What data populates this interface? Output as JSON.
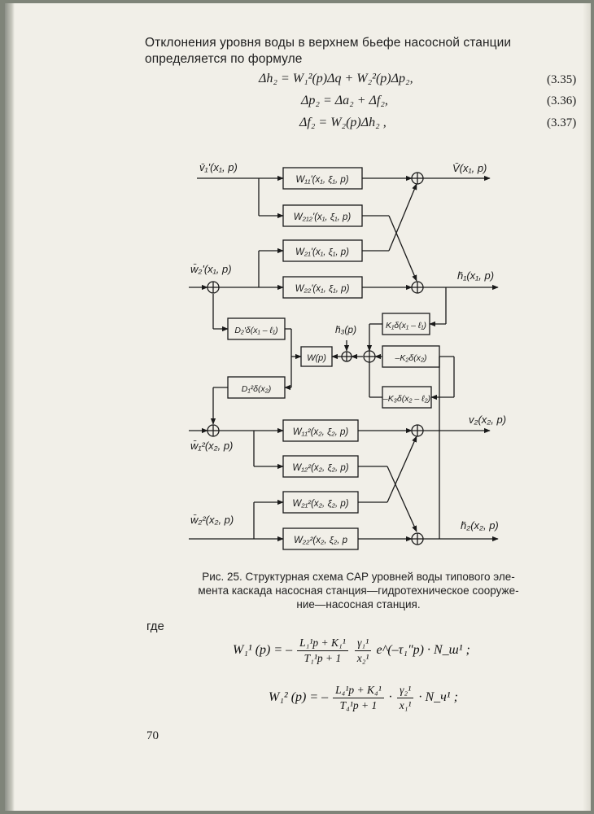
{
  "paragraph": {
    "line1": "Отклонения уровня воды в верхнем бьефе  насосной  станции",
    "line2": "определяется по формуле"
  },
  "equations": [
    {
      "text": "Δh₂ = W₁²(p)Δq + W₂²(p)Δp₂,",
      "number": "(3.35)"
    },
    {
      "text": "Δp₂ = Δa₂ + Δf₂,",
      "number": "(3.36)"
    },
    {
      "text": "Δf₂ = W₂(p)Δh₂ ,",
      "number": "(3.37)"
    }
  ],
  "diagram": {
    "signals": {
      "v1_in": "v̄₁'(x₁, p)",
      "v_out": "V̄(x₁, p)",
      "w2_1": "w̄₂'(x₁, p)",
      "h1_out": "h̄₁(x₁, p)",
      "h3": "h̄₃(p)",
      "v2_out": "v₂(x₂, p)",
      "w1_2": "w̄₁²(x₂, p)",
      "w2_2": "w̄₂²(x₂, p)",
      "h2_out": "h̄₂(x₂, p)"
    },
    "blocks": {
      "W11_1": "W₁₁'(x₁, ξ₁, p)",
      "W212_1": "W₂₁₂'(x₁, ξ₁, p)",
      "W21_1": "W₂₁'(x₁, ξ₁, p)",
      "W22_1": "W₂₂'(x₁, ξ₁, p)",
      "D2": "D₂'δ(x₁ – ℓ₁)",
      "K1": "K₁δ(x₁ – ℓ₁)",
      "W": "W(p)",
      "K2": "–K₂δ(x₂)",
      "D1": "D₁²δ(x₂)",
      "K3": "–K₃δ(x₂ – ℓ₂)",
      "W11_2": "W₁₁²(x₂, ξ₂, p)",
      "W12_2": "W₁₂²(x₂, ξ₂, p)",
      "W21_2": "W₂₁²(x₂, ξ₂, p)",
      "W22_2": "W₂₂²(x₂, ξ₂, p"
    }
  },
  "caption": {
    "line1": "Рис. 25. Структурная схема САР уровней воды типового эле-",
    "line2": "мента каскада насосная станция—гидротехническое сооруже-",
    "line3": "ние—насосная станция."
  },
  "where_label": "где",
  "formula1": {
    "lhs": "W₁¹ (p) = –",
    "num1": "L₁¹p + K₁¹",
    "den1": "T₁¹p + 1",
    "num2": "γ₁¹",
    "den2": "x₂¹",
    "tail": "e^(–τ₁″p) · N_ш¹ ;"
  },
  "formula2": {
    "lhs": "W₁² (p) = –",
    "num1": "L₄¹p + K₄¹",
    "den1": "T₄¹p + 1",
    "dot": "·",
    "num2": "γ₂¹",
    "den2": "x₁¹",
    "tail": "· N_ч¹ ;"
  },
  "page_number": "70"
}
